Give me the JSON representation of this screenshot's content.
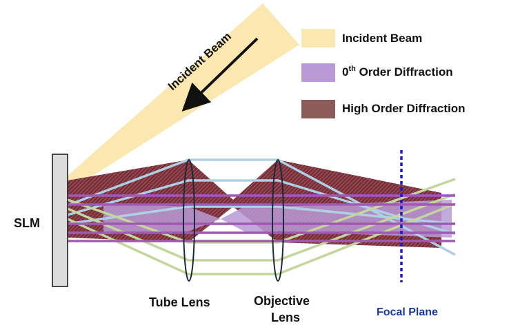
{
  "legend": {
    "items": [
      {
        "label": "Incident Beam",
        "color": "#FBE7B0"
      },
      {
        "label_main": "0",
        "label_sup": "th",
        "label_rest": " Order Diffraction",
        "color": "#B99AD6"
      },
      {
        "label": "High Order Diffraction",
        "color": "#8C5C58"
      }
    ]
  },
  "labels": {
    "incident_beam": "Incident Beam",
    "slm": "SLM",
    "tube_lens": "Tube Lens",
    "objective_line1": "Objective",
    "objective_line2": "Lens",
    "focal_plane": "Focal Plane"
  },
  "colors": {
    "incident_beam": "#FBE7B0",
    "zeroth_order": "#B99AD6",
    "high_order": "#8C5C58",
    "ray_blue": "#AFCFE4",
    "ray_green": "#C4D69A",
    "ray_purple": "#A159B4",
    "focal_plane": "#1A1AC8",
    "slm_fill": "#DCDCDC"
  },
  "icons": {
    "lens": "lens-icon",
    "arrow": "arrow-down-left-icon"
  }
}
